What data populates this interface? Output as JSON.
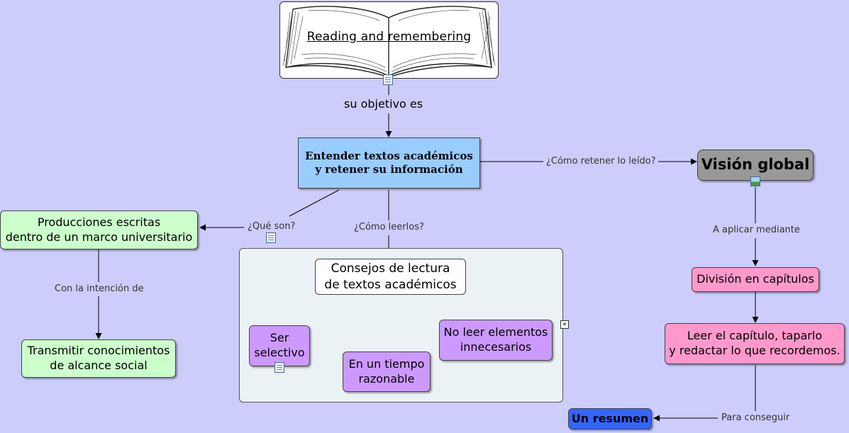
{
  "title_node": "Reading and remembering",
  "link_objetivo": "su objetivo es",
  "main_node": "Entender textos académicos\ny retener su información",
  "link_retener": "¿Cómo retener lo leído?",
  "vision_node": "Visión global",
  "link_aplicar": "A aplicar mediante",
  "division_node": "División en capítulos",
  "leer_node": "Leer el capítulo, taparlo\ny redactar lo que recordemos.",
  "link_conseguir": "Para conseguir",
  "resumen_node": "Un resumen",
  "link_que_son": "¿Qué son?",
  "producciones_node": "Producciones escritas\ndentro de un marco universitario",
  "link_intencion": "Con la intención de",
  "transmitir_node": "Transmitir conocimientos\nde alcance social",
  "link_como_leerlos": "¿Cómo leerlos?",
  "consejos_node": "Consejos de lectura\nde textos académicos",
  "ser_node": "Ser\nselectivo",
  "tiempo_node": "En un tiempo\nrazonable",
  "no_leer_node": "No leer elementos\ninnecesarios",
  "collapse_glyph": "«",
  "icons": {
    "resource_doc": "document-icon",
    "resource_image": "image-icon",
    "book": "open-book-icon",
    "collapse": "collapse-icon"
  },
  "colors": {
    "background": "#cccdfb",
    "main_node": "#99ccff",
    "vision_node": "#999999",
    "green_nodes": "#ccffcc",
    "pink_nodes": "#ff99cc",
    "purple_nodes": "#cc99ff",
    "resumen_node": "#3366ff",
    "group_box": "#ebf2f5"
  }
}
